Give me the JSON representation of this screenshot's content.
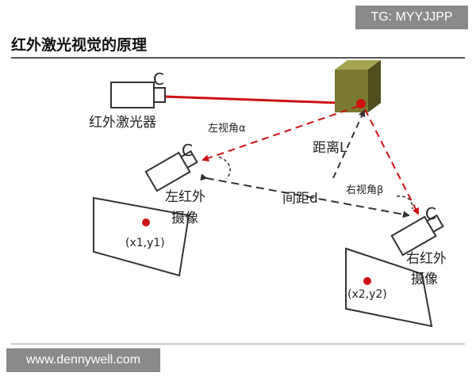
{
  "watermark_top": "TG: MYYJJPP",
  "title": "红外激光视觉的原理",
  "watermark_bottom": "www.dennywell.com",
  "diagram": {
    "camera_letter": "C",
    "emitter_label": "红外激光器",
    "left_camera_label_line1": "左红外",
    "left_camera_label_line2": "摄像",
    "right_camera_label_line1": "右红外",
    "right_camera_label_line2": "摄像",
    "left_angle_label": "左视角α",
    "right_angle_label": "右视角β",
    "distance_label": "距离L",
    "baseline_label": "间距d",
    "left_point_label": "(x1,y1)",
    "right_point_label": "(x2,y2)"
  },
  "colors": {
    "laser": "#cc1111",
    "dash": "#333333",
    "cube_front": "#7a7a32",
    "cube_top": "#a4a452",
    "cube_side": "#4e4e1e"
  }
}
